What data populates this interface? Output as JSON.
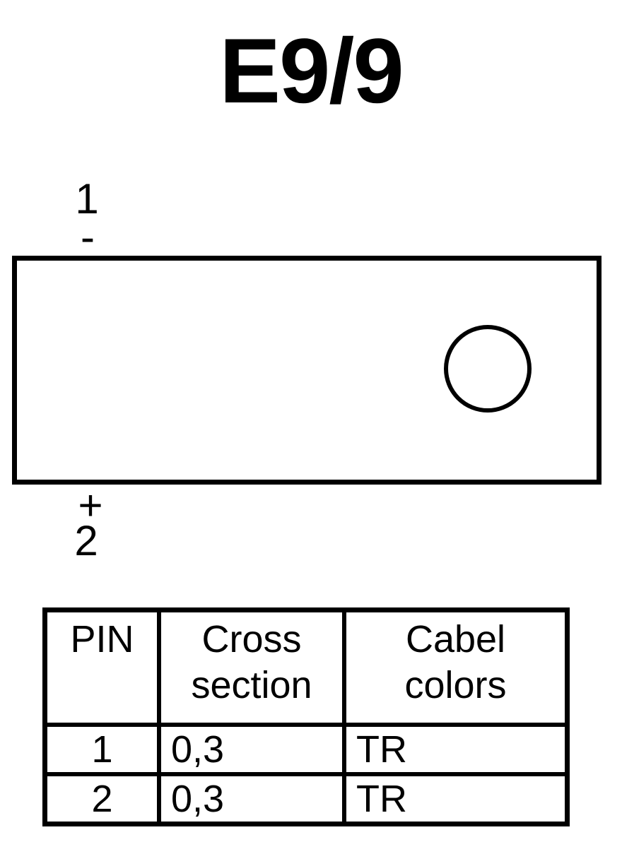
{
  "title": "E9/9",
  "connector": {
    "pin_top": {
      "number": "1",
      "polarity": "-"
    },
    "pin_bottom": {
      "polarity": "+",
      "number": "2"
    }
  },
  "table": {
    "headers": [
      {
        "line1": "PIN",
        "line2": ""
      },
      {
        "line1": "Cross",
        "line2": "section"
      },
      {
        "line1": "Cabel",
        "line2": "colors"
      }
    ],
    "rows": [
      {
        "pin": "1",
        "cross_section": "0,3",
        "color": "TR"
      },
      {
        "pin": "2",
        "cross_section": "0,3",
        "color": "TR"
      }
    ]
  }
}
